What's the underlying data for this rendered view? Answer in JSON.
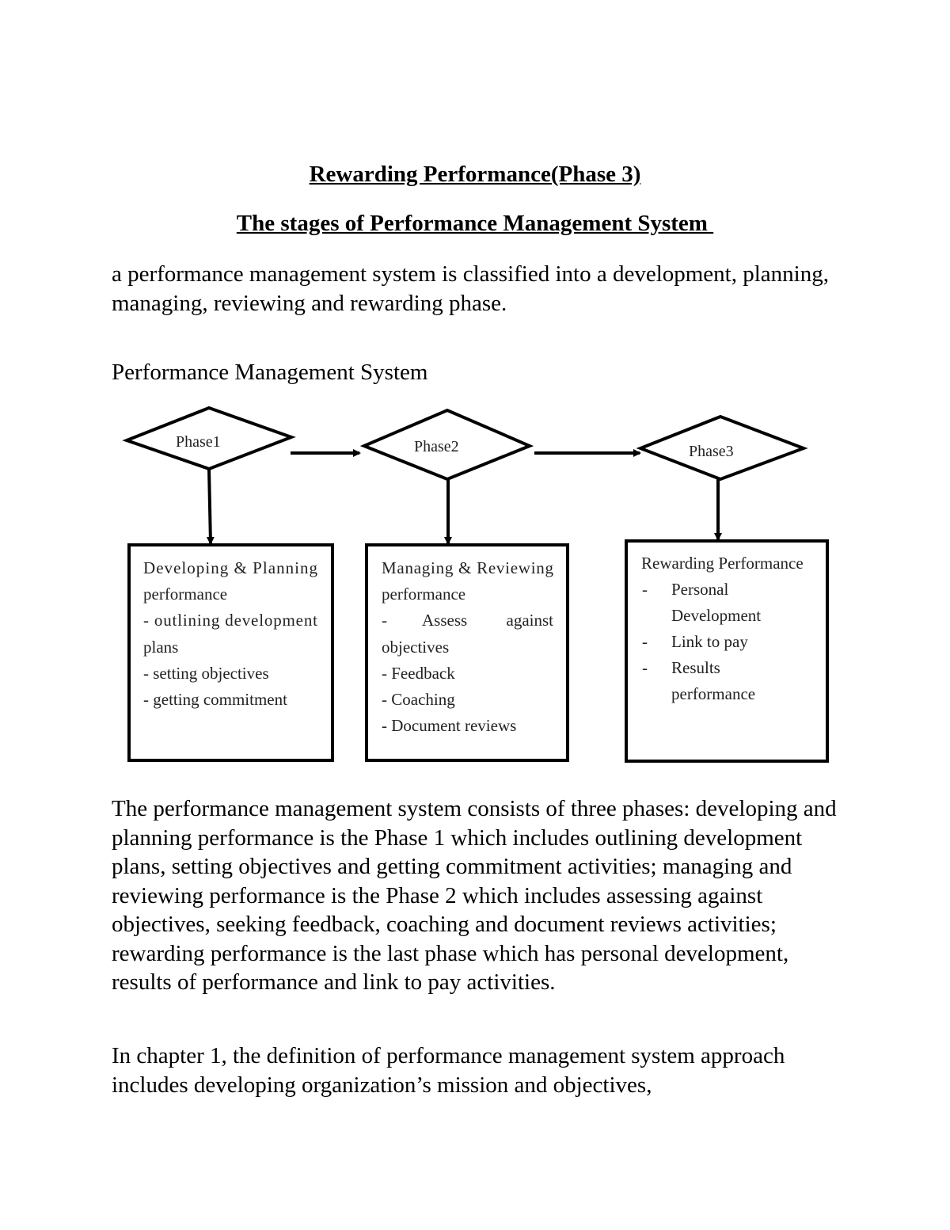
{
  "document": {
    "title": "Rewarding Performance(Phase 3)",
    "subtitle": "The stages of Performance Management System ",
    "intro": "a performance management system is classified into a development, planning, managing, reviewing and rewarding phase.",
    "diagram_caption": "Performance Management System",
    "body_paragraph_1": "The performance management system consists of three phases: developing and planning performance is the Phase 1 which includes outlining development plans, setting objectives and getting commitment activities; managing and reviewing performance is the Phase 2 which includes assessing against objectives, seeking feedback, coaching and document reviews activities; rewarding performance is the last phase which has personal development, results of performance and link to pay activities.",
    "body_paragraph_2": "In chapter 1, the definition of performance management system approach includes developing organization’s mission and objectives,"
  },
  "diagram": {
    "phases": [
      {
        "label": "Phase1",
        "box_lines": [
          "Developing & Planning",
          "performance",
          "- outlining development",
          "plans",
          "- setting objectives",
          "- getting commitment"
        ]
      },
      {
        "label": "Phase2",
        "box_lines": [
          "Managing & Reviewing",
          "performance",
          "-",
          "Assess",
          "against",
          "objectives",
          "- Feedback",
          "- Coaching",
          "- Document reviews"
        ]
      },
      {
        "label": "Phase3",
        "box_lines": [
          "Rewarding Performance",
          "-",
          "Personal",
          "Development",
          "-",
          "Link to pay",
          "-",
          "Results",
          "performance"
        ]
      }
    ]
  }
}
